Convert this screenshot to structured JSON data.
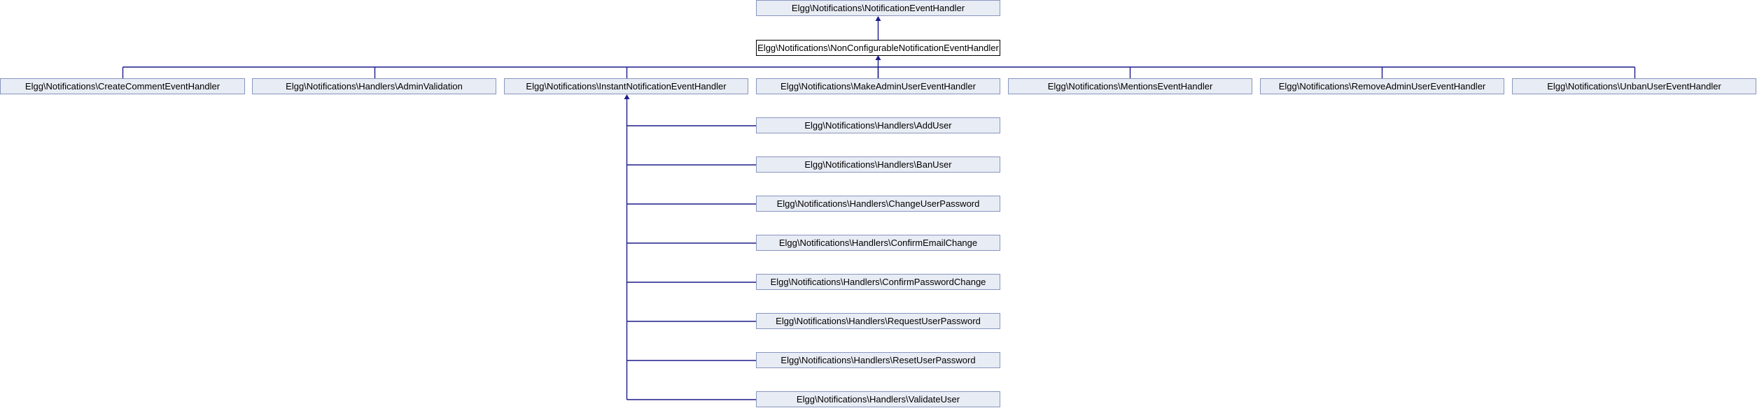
{
  "diagram": {
    "type": "class-inheritance",
    "nodes": {
      "notification_event_handler": "Elgg\\Notifications\\NotificationEventHandler",
      "non_configurable": "Elgg\\Notifications\\NonConfigurableNotificationEventHandler",
      "create_comment": "Elgg\\Notifications\\CreateCommentEventHandler",
      "admin_validation": "Elgg\\Notifications\\Handlers\\AdminValidation",
      "instant": "Elgg\\Notifications\\InstantNotificationEventHandler",
      "make_admin_user": "Elgg\\Notifications\\MakeAdminUserEventHandler",
      "mentions": "Elgg\\Notifications\\MentionsEventHandler",
      "remove_admin_user": "Elgg\\Notifications\\RemoveAdminUserEventHandler",
      "unban_user": "Elgg\\Notifications\\UnbanUserEventHandler",
      "add_user": "Elgg\\Notifications\\Handlers\\AddUser",
      "ban_user": "Elgg\\Notifications\\Handlers\\BanUser",
      "change_user_password": "Elgg\\Notifications\\Handlers\\ChangeUserPassword",
      "confirm_email_change": "Elgg\\Notifications\\Handlers\\ConfirmEmailChange",
      "confirm_password_change": "Elgg\\Notifications\\Handlers\\ConfirmPasswordChange",
      "request_user_password": "Elgg\\Notifications\\Handlers\\RequestUserPassword",
      "reset_user_password": "Elgg\\Notifications\\Handlers\\ResetUserPassword",
      "validate_user": "Elgg\\Notifications\\Handlers\\ValidateUser"
    },
    "current_node": "non_configurable",
    "inheritance": [
      {
        "child": "non_configurable",
        "parent": "notification_event_handler"
      },
      {
        "child": "create_comment",
        "parent": "non_configurable"
      },
      {
        "child": "admin_validation",
        "parent": "non_configurable"
      },
      {
        "child": "instant",
        "parent": "non_configurable"
      },
      {
        "child": "make_admin_user",
        "parent": "non_configurable"
      },
      {
        "child": "mentions",
        "parent": "non_configurable"
      },
      {
        "child": "remove_admin_user",
        "parent": "non_configurable"
      },
      {
        "child": "unban_user",
        "parent": "non_configurable"
      },
      {
        "child": "add_user",
        "parent": "instant"
      },
      {
        "child": "ban_user",
        "parent": "instant"
      },
      {
        "child": "change_user_password",
        "parent": "instant"
      },
      {
        "child": "confirm_email_change",
        "parent": "instant"
      },
      {
        "child": "confirm_password_change",
        "parent": "instant"
      },
      {
        "child": "request_user_password",
        "parent": "instant"
      },
      {
        "child": "reset_user_password",
        "parent": "instant"
      },
      {
        "child": "validate_user",
        "parent": "instant"
      }
    ],
    "colors": {
      "edge": "#1b1b8c",
      "node_fill": "#e8ecf4",
      "node_border": "#8896bf",
      "current_node_fill": "#ffffff",
      "current_node_border": "#000000"
    }
  }
}
